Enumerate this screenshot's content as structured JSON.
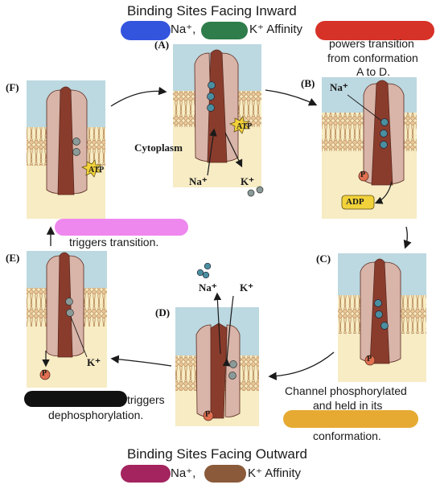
{
  "header": {
    "top_title": "Binding Sites Facing Inward",
    "top_na": "Na⁺,",
    "top_k": "K⁺ Affinity",
    "bottom_title": "Binding Sites Facing Outward",
    "bottom_na": "Na⁺,",
    "bottom_k": "K⁺ Affinity"
  },
  "annotations": {
    "powers_line1": "powers transition",
    "powers_line2": "from conformation",
    "powers_line3": "A to D.",
    "triggers_transition": "triggers transition.",
    "triggers": "triggers",
    "dephosphorylation": "dephosphorylation.",
    "channel_line1": "Channel phosphorylated",
    "channel_line2": "and held in its",
    "conformation": "conformation."
  },
  "panels": {
    "a": "(A)",
    "b": "(B)",
    "c": "(C)",
    "d": "(D)",
    "e": "(E)",
    "f": "(F)"
  },
  "labels": {
    "cytoplasm": "Cytoplasm",
    "na": "Na⁺",
    "k": "K⁺",
    "atp": "ATP",
    "adp": "ADP",
    "p": "P"
  },
  "colors": {
    "membrane_bg": "#bcd8e0",
    "cyto_bg": "#f7ecc4",
    "protein_light": "#d9b4a8",
    "protein_dark": "#8a3c2c",
    "ion": "#4a8fa0",
    "k_ion": "#8a9a98",
    "atp_fill": "#f2d23a",
    "phosphate": "#e07050",
    "blue_marker": "#3355dd",
    "green_marker": "#2e7d4a",
    "red_marker": "#d63228",
    "pink_marker": "#ee88ee",
    "black_marker": "#111111",
    "orange_marker": "#e6aa33",
    "magenta_marker": "#a3245e",
    "brown_marker": "#8a5a3a"
  }
}
